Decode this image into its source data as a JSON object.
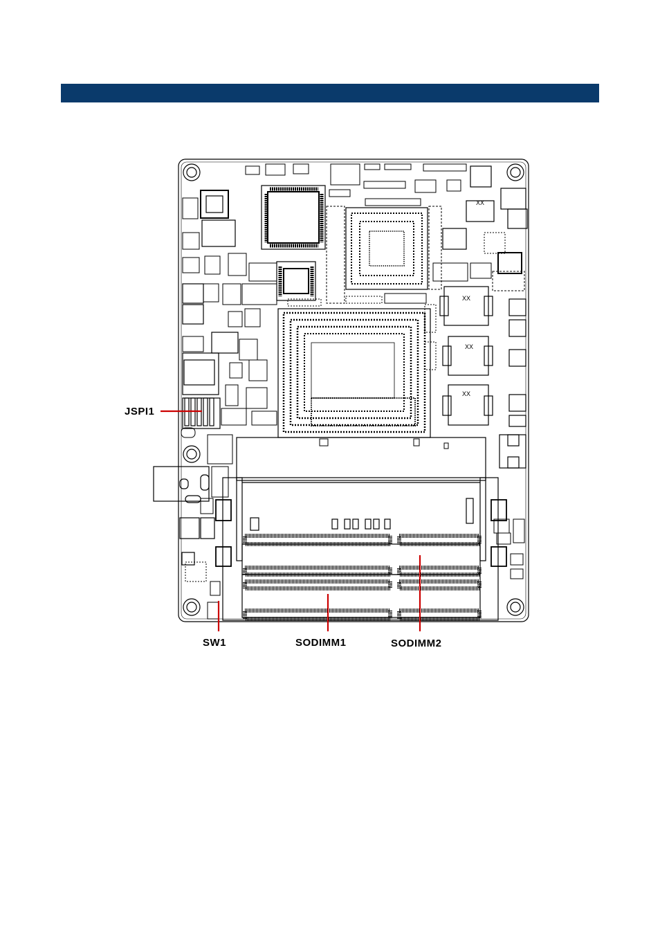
{
  "header": {
    "color": "#0a3a6b"
  },
  "diagram": {
    "leader_color": "#cc0000",
    "labels": {
      "jspi1": "JSPI1",
      "sw1": "SW1",
      "sodimm1": "SODIMM1",
      "sodimm2": "SODIMM2"
    },
    "chip_marks": [
      "XX",
      "XX",
      "XX",
      "XX"
    ]
  }
}
